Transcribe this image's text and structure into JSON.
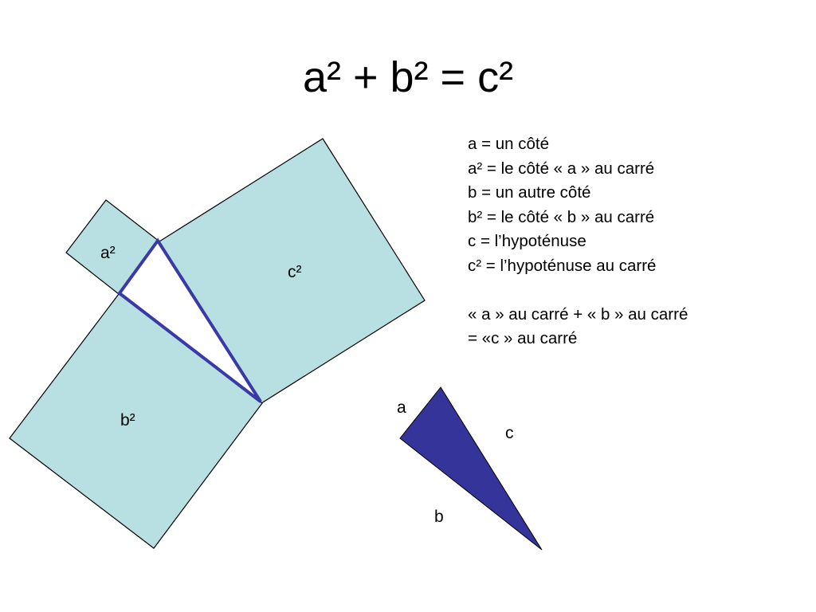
{
  "slide": {
    "title": "a² + b² = c²",
    "notes": [
      "a = un côté",
      "a² = le côté « a » au carré",
      "b = un autre côté",
      "b² = le côté « b » au carré",
      "c = l’hypoténuse",
      "c² = l’hypoténuse au carré"
    ],
    "conclusion": [
      "« a » au carré + « b » au carré",
      "= «c » au carré"
    ]
  },
  "figure": {
    "square_labels": {
      "a": "a²",
      "b": "b²",
      "c": "c²"
    },
    "triangle_labels": {
      "a": "a",
      "b": "b",
      "c": "c"
    }
  },
  "colors": {
    "square_fill": "#B8DFE2",
    "triangle_outline": "#3A3AA6",
    "triangle_fill": "#34349A",
    "stroke": "#000000"
  }
}
